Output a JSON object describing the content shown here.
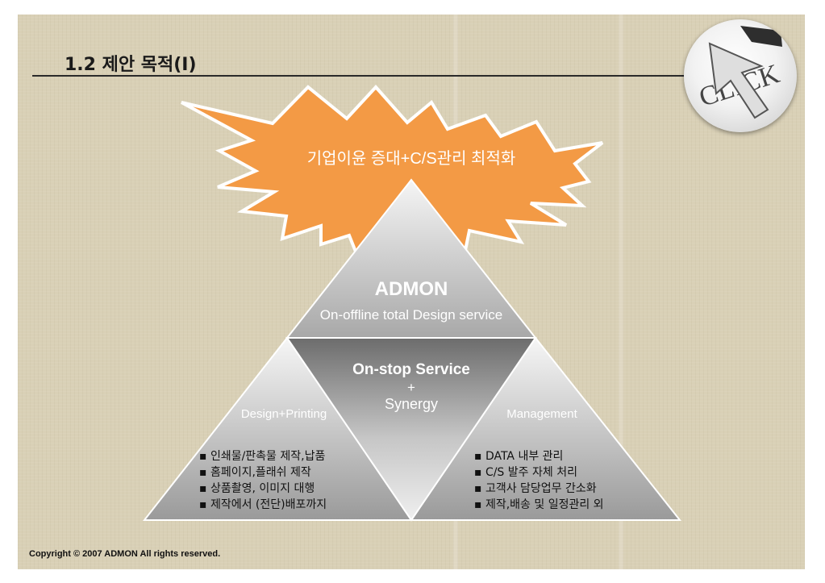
{
  "slide": {
    "title": "1.2 제안 목적(I)",
    "copyright": "Copyright © 2007 ADMON  All rights reserved."
  },
  "click_icon": {
    "label": "CLICK",
    "icon": "cursor-arrow-icon"
  },
  "starburst": {
    "text": "기업이윤 증대+C/S관리 최적화",
    "color": "#f39a45"
  },
  "pyramid": {
    "top": {
      "title": "ADMON",
      "subtitle": "On-offline total Design service"
    },
    "center": {
      "title": "On-stop Service",
      "plus": "+",
      "subtitle": "Synergy"
    },
    "left": {
      "title": "Design+Printing",
      "items": [
        "▪ 인쇄물/판촉물 제작,납품",
        "▪ 홈페이지,플래쉬 제작",
        "▪ 상품촬영, 이미지 대행",
        "▪ 제작에서 (전단)배포까지"
      ]
    },
    "right": {
      "title": "Management",
      "items": [
        "▪ DATA 내부 관리",
        "▪ C/S 발주 자체 처리",
        "▪ 고객사 담당업무 간소화",
        "▪ 제작,배송 및 일정관리 외"
      ]
    }
  }
}
